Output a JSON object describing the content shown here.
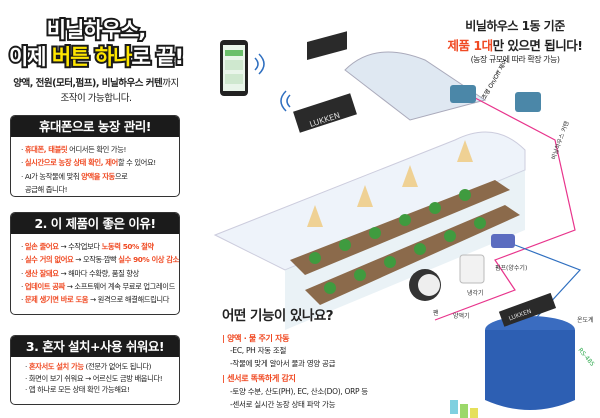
{
  "headline": {
    "line1": "비닐하우스,",
    "line2_pre": "이제 ",
    "line2_hl": "버튼 하나",
    "line2_post": "로 끝!"
  },
  "intro": {
    "line1_bold": "양액, 전원(모터,펌프), 비닐하우스 커텐",
    "line1_rest": "까지",
    "line2": "조작이 가능합니다."
  },
  "box1": {
    "title": "휴대폰으로 농장 관리!",
    "items": [
      {
        "hl": "휴대폰, 태블릿",
        "rest": " 어디서든 확인 가능!"
      },
      {
        "hl": "실시간으로 농장 상태 확인, 제어",
        "rest": "할 수 있어요!"
      },
      {
        "pre": "AI가 농작물에 맞춰 ",
        "hl": "양액을 자동",
        "rest": "으로"
      },
      {
        "rest": "공급해 줍니다!"
      }
    ]
  },
  "box2": {
    "title": "2. 이 제품이 좋은 이유!",
    "items": [
      {
        "hl": "일손 줄어요",
        "rest": " → 수작업보다 ",
        "hl2": "노동력 50% 절약"
      },
      {
        "hl": "실수 거의 없어요",
        "rest": " → 오작동·깜빡 ",
        "hl2": "실수 90% 이상 감소"
      },
      {
        "hl": "생산 잘돼요",
        "rest": " → 해마다 수확량, 품질 향상"
      },
      {
        "hl": "업데이트 공짜",
        "rest": " → 소프트웨어 계속 무료로 업그레이드"
      },
      {
        "hl": "문제 생기면 바로 도움",
        "rest": " → 원격으로 해결해드립니다"
      }
    ]
  },
  "box3": {
    "title": "3. 혼자 설치+사용 쉬워요!",
    "items": [
      {
        "hl": "혼자서도 설치 가능",
        "rest": " (전문가 없어도 됩니다)"
      },
      {
        "rest": "화면이 보기 쉬워요 → 어르신도 금방 배웁니다!"
      },
      {
        "rest": "앱 하나로 모든 상태 확인 가능해요!"
      }
    ]
  },
  "right": {
    "line1": "비닐하우스 1동 기준",
    "line2_hl": "제품 1대",
    "line2_rest": "만 있으면 됩니다!",
    "line3": "(농장 규모에 따라 확장 가능)"
  },
  "features": {
    "title": "어떤 기능이 있나요?",
    "sec1": {
      "head": "| 양액 · 물 주기 자동",
      "items": [
        "-EC, PH 자동 조절",
        "-작물에 맞게 알아서 물과 영양 공급"
      ]
    },
    "sec2": {
      "head": "| 센서로 똑똑하게 감지",
      "items": [
        "-토양 수분, 산도(PH), EC, 산소(DO), ORP 등",
        "-센서로 실시간 농장 상태 파악 가능"
      ]
    }
  },
  "illustration": {
    "brand": "LUKKEN",
    "labels": {
      "light": "조명 On/Off 제어",
      "curtain": "비닐하우스 커텐",
      "fan": "팬",
      "cooler": "냉각기",
      "pump": "펌프(양수기)",
      "nutrient": "양액기",
      "thermo": "온도계",
      "rs485": "RS-485"
    }
  },
  "colors": {
    "accent": "#f04a23",
    "highlight": "#ffe600",
    "wire_pink": "#e8348c",
    "wire_blue": "#2f6fc0",
    "tank": "#2d5fb3",
    "motor": "#4b87a8"
  }
}
